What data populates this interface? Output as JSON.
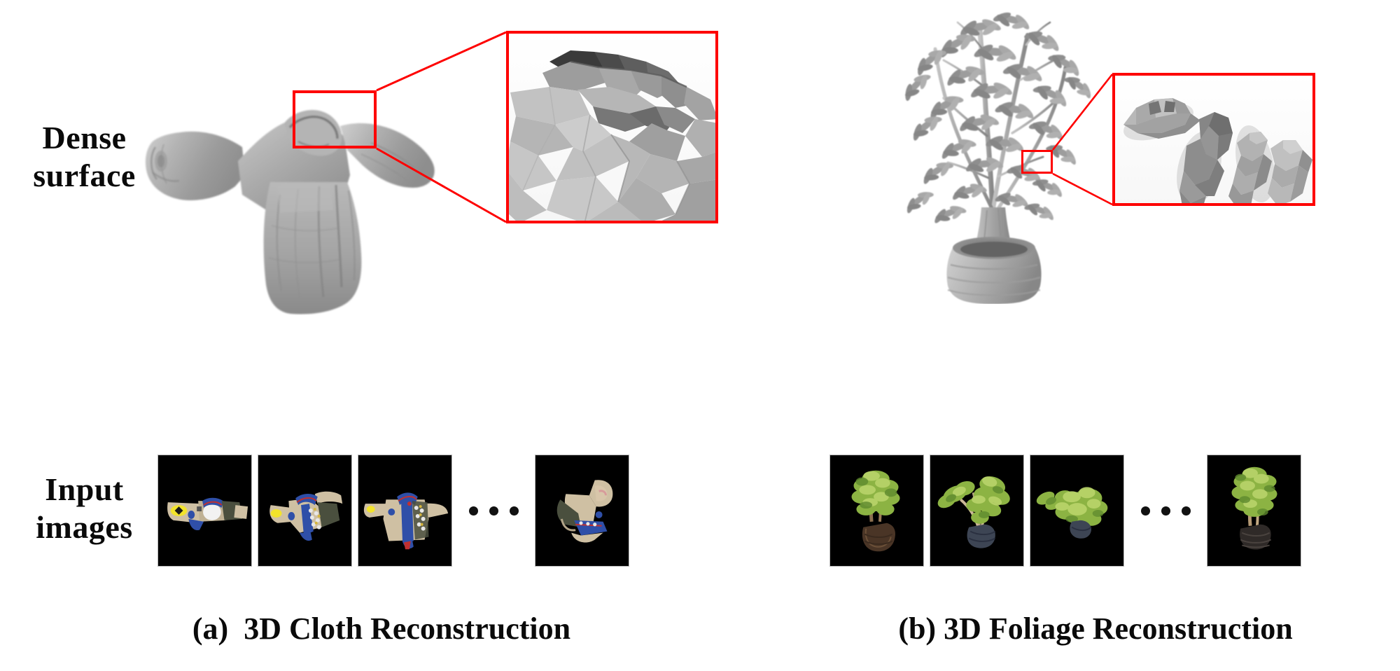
{
  "figure": {
    "background_color": "#ffffff",
    "roi_color": "#fe0000",
    "row_labels": {
      "dense_surface": "Dense\nsurface",
      "input_images": "Input\nimages"
    },
    "panels": [
      {
        "id": "a",
        "caption": "(a)  3D Cloth Reconstruction",
        "subject": "shirt",
        "dense_surface": {
          "mesh_name": "cloth-mesh-shirt",
          "shading": "grey-matte",
          "base_color": "#a9a9a9",
          "roi_label": "collar-region"
        },
        "zoom_detail": {
          "name": "cloth-zoom-detail",
          "description": "faceted low-poly collar close-up",
          "base_color": "#b4b4b4"
        },
        "input_images": {
          "count_shown": 4,
          "ellipsis": "...",
          "background_color": "#000000",
          "thumbs": [
            {
              "name": "cloth-view-1",
              "pose": "sleeve-forward side view"
            },
            {
              "name": "cloth-view-2",
              "pose": "three-quarter crumpled view"
            },
            {
              "name": "cloth-view-3",
              "pose": "front flat T-pose view"
            },
            {
              "name": "cloth-view-n",
              "pose": "folded oblique view"
            }
          ]
        }
      },
      {
        "id": "b",
        "caption": "(b) 3D Foliage Reconstruction",
        "subject": "potted tree",
        "dense_surface": {
          "mesh_name": "foliage-mesh-tree",
          "shading": "grey-matte",
          "base_color": "#b0b0b0",
          "roi_label": "leaf-cluster-region"
        },
        "zoom_detail": {
          "name": "foliage-zoom-detail",
          "description": "faceted low-poly leaf blades close-up",
          "base_color": "#9e9e9e"
        },
        "input_images": {
          "count_shown": 4,
          "ellipsis": "...",
          "background_color": "#000000",
          "thumbs": [
            {
              "name": "foliage-view-1",
              "pose": "upright front view"
            },
            {
              "name": "foliage-view-2",
              "pose": "tilted branch-spread view"
            },
            {
              "name": "foliage-view-3",
              "pose": "top-down canopy view"
            },
            {
              "name": "foliage-view-n",
              "pose": "upright far view"
            }
          ]
        }
      }
    ],
    "colors": {
      "leaf_green_light": "#b9d46a",
      "leaf_green_mid": "#8cb343",
      "leaf_green_dark": "#5f8a2e",
      "pot_brown": "#5b4334",
      "pot_dark": "#2c2420",
      "cloth_tan": "#cfc0a3",
      "cloth_blue": "#2f4fa8",
      "cloth_yellow": "#f2e32c",
      "mesh_grey": "#a9a9a9"
    }
  }
}
